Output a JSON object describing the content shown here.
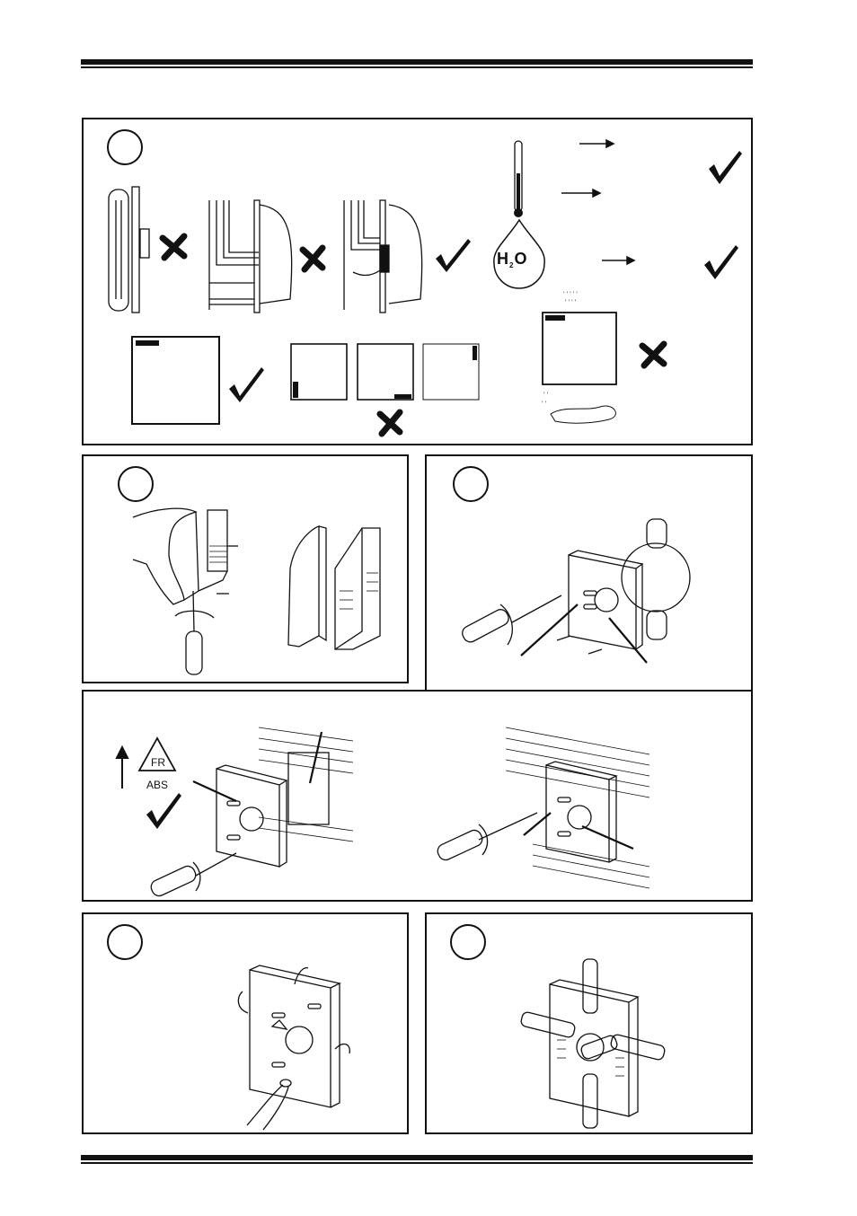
{
  "document": {
    "type": "installation-instructions",
    "colors": {
      "ink": "#111111",
      "paper": "#ffffff"
    }
  },
  "symbols": {
    "water_chemical": {
      "h": "H",
      "sub": "2",
      "o": "O"
    },
    "recycling": {
      "top": "FR",
      "bottom": "ABS"
    },
    "icons": [
      "check-mark-icon",
      "cross-mark-icon",
      "thermometer-icon",
      "water-drop-icon",
      "screwdriver-icon",
      "pliers-icon",
      "recycling-symbol-icon",
      "arrow-up-icon"
    ]
  }
}
